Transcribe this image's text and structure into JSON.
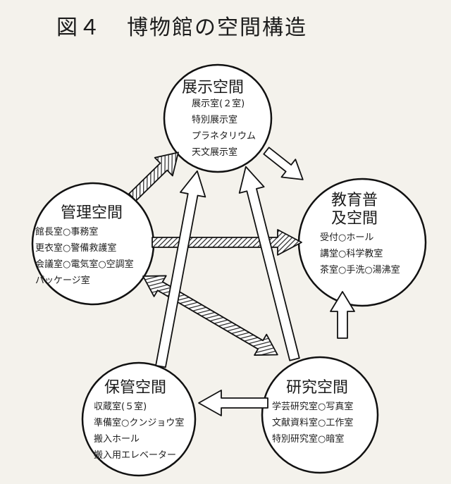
{
  "title": {
    "figure": "図４",
    "text": "博物館の空間構造"
  },
  "nodes": {
    "display": {
      "name": "展示空間",
      "items": [
        "展示室(２室)",
        "特別展示室",
        "プラネタリウム",
        "天文展示室"
      ]
    },
    "education": {
      "name_lines": [
        "教育普",
        "及空間"
      ],
      "items": [
        "受付○ホール",
        "講堂○科学教室",
        "茶室○手洗○湯沸室"
      ]
    },
    "management": {
      "name": "管理空間",
      "items": [
        "館長室○事務室",
        "更衣室○警備救護室",
        "会議室○電気室○空調室",
        "パッケージ室"
      ]
    },
    "storage": {
      "name": "保管空間",
      "items": [
        "収蔵室(５室)",
        "準備室○クンジョウ室",
        "搬入ホール",
        "搬入用エレベーター"
      ]
    },
    "research": {
      "name": "研究空間",
      "items": [
        "学芸研究室○写真室",
        "文献資料室○工作室",
        "特別研究室○暗室"
      ]
    }
  }
}
